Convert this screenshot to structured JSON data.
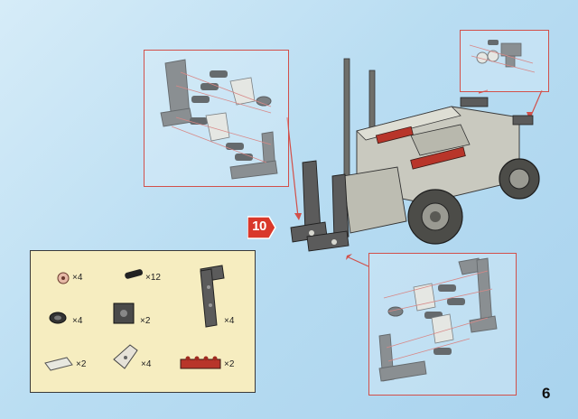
{
  "step_number": "10",
  "page_number": "6",
  "parts_list": [
    {
      "icon": "pin-connector-icon",
      "qty": "×4"
    },
    {
      "icon": "axle-pin-icon",
      "qty": "×12"
    },
    {
      "icon": "l-beam-icon",
      "qty": "×4"
    },
    {
      "icon": "round-bushing-icon",
      "qty": "×4"
    },
    {
      "icon": "axle-joiner-icon",
      "qty": "×2"
    },
    {
      "icon": "tile-plate-icon",
      "qty": "×2"
    },
    {
      "icon": "angle-connector-icon",
      "qty": "×4"
    },
    {
      "icon": "red-plate-icon",
      "qty": "×2"
    }
  ],
  "colors": {
    "callout_border": "#d2504a",
    "parts_bg": "#f6edc0",
    "badge": "#d9382b",
    "brick_gray": "#5b5b5b",
    "brick_red": "#b8352a"
  }
}
